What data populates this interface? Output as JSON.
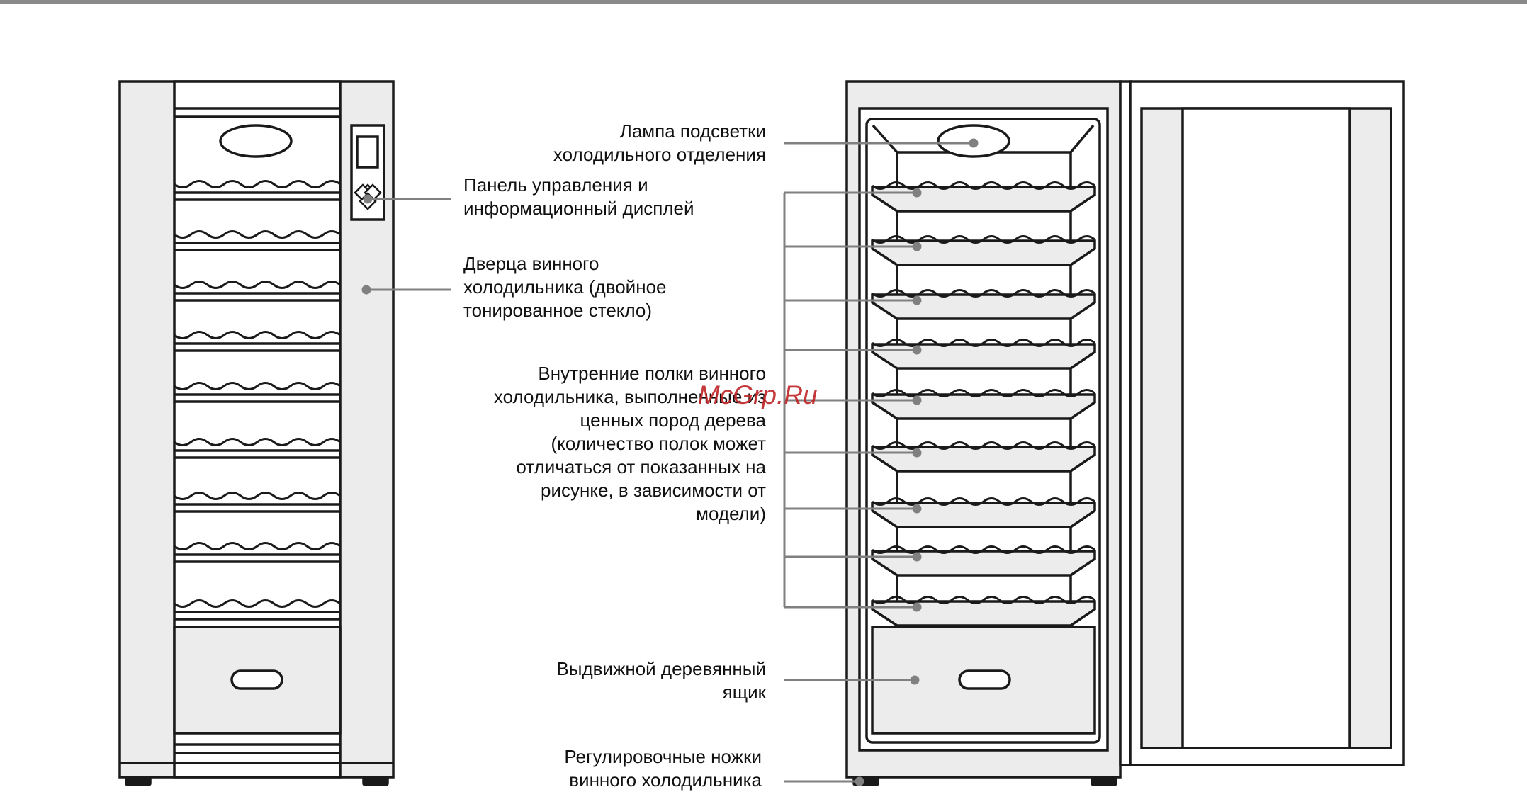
{
  "labels": {
    "lamp": "Лампа подсветки\nхолодильного отделения",
    "panel": "Панель управления и\nинформационный дисплей",
    "door": "Дверца винного\nхолодильника (двойное\nтонированное стекло)",
    "shelves": "Внутренние полки винного\nхолодильника, выполненные из\nценных пород дерева\n(количество полок может\nотличаться от показанных на\nрисунке, в зависимости от\nмодели)",
    "drawer": "Выдвижной деревянный\nящик",
    "feet": "Регулировочные ножки\nвинного холодильника"
  },
  "watermark": "McGrp.Ru",
  "colors": {
    "line": "#1a1a1a",
    "panel_fill": "#ececec",
    "leader": "#808080",
    "watermark": "#c0282a"
  }
}
